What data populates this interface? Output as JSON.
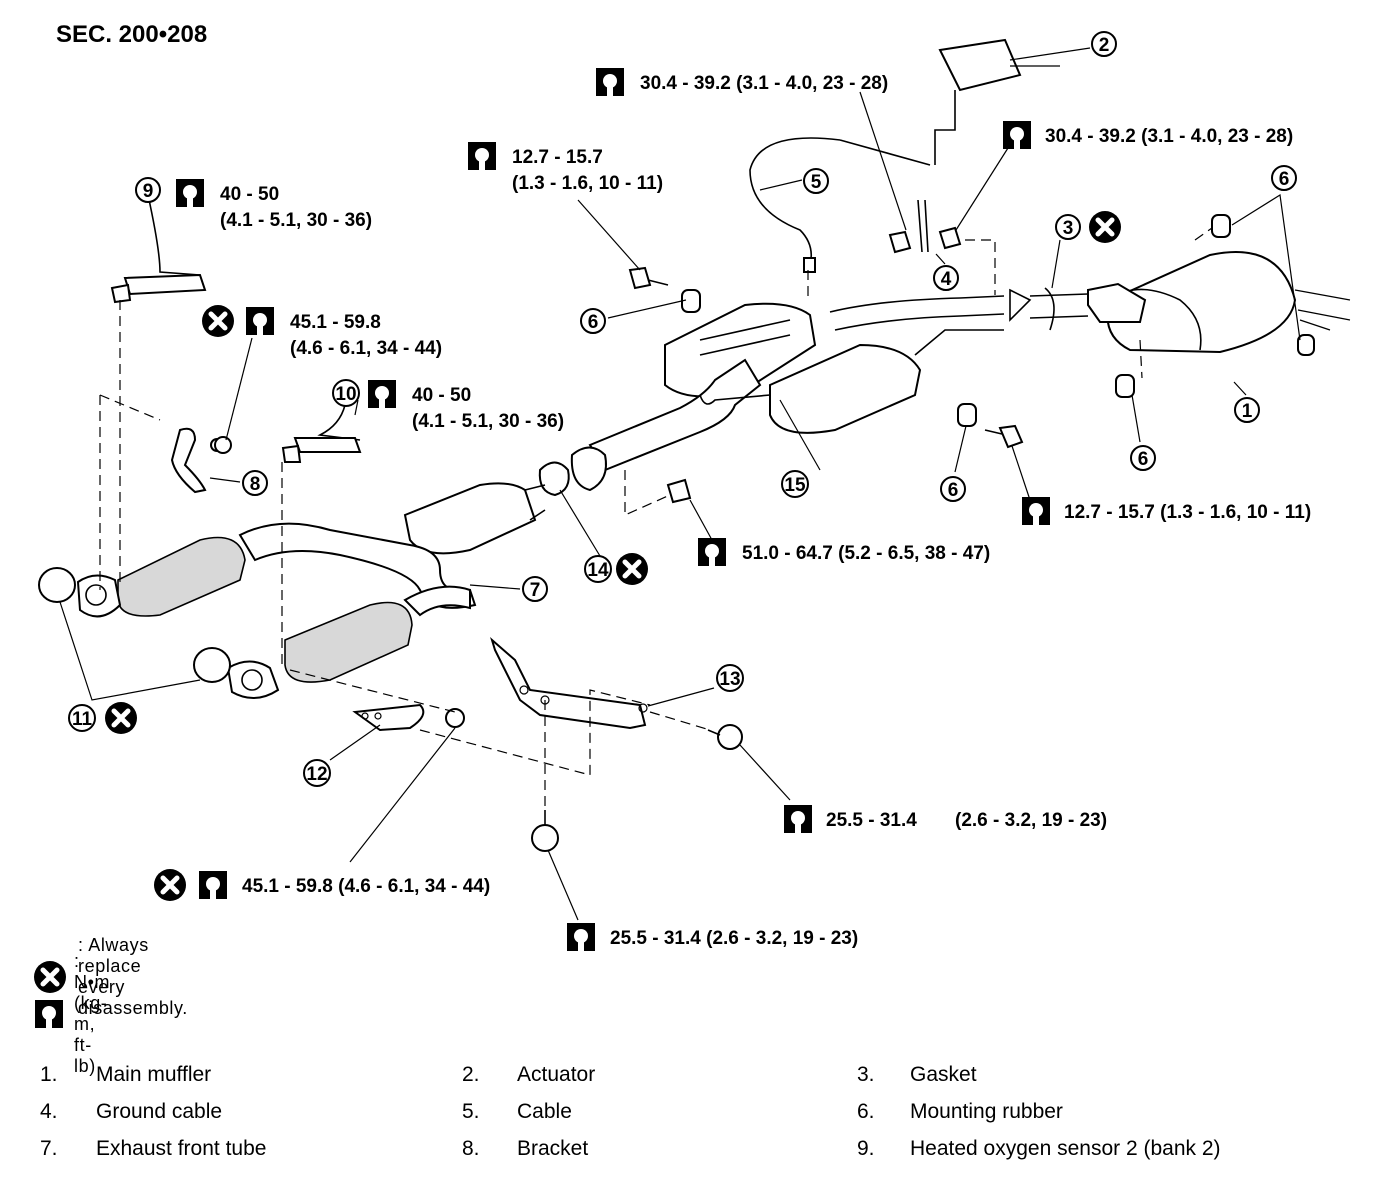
{
  "section": "SEC. 200•208",
  "torque_specs": {
    "t1": "30.4 - 39.2 (3.1 - 4.0, 23 - 28)",
    "t2": "30.4 - 39.2 (3.1 - 4.0, 23 - 28)",
    "t3a": "12.7 - 15.7",
    "t3b": "(1.3 - 1.6, 10 - 11)",
    "t4a": "40 - 50",
    "t4b": "(4.1 - 5.1, 30 - 36)",
    "t5a": "45.1 - 59.8",
    "t5b": "(4.6 - 6.1, 34 - 44)",
    "t6a": "40 - 50",
    "t6b": "(4.1 - 5.1, 30 - 36)",
    "t7": "12.7 - 15.7 (1.3 - 1.6, 10 - 11)",
    "t8": "51.0 - 64.7 (5.2 - 6.5, 38 - 47)",
    "t9a": "25.5 - 31.4",
    "t9b": "(2.6 - 3.2, 19 - 23)",
    "t10": "45.1 - 59.8 (4.6 - 6.1, 34 - 44)",
    "t11": "25.5 - 31.4 (2.6 - 3.2, 19 - 23)"
  },
  "callouts": [
    "1",
    "2",
    "3",
    "4",
    "5",
    "6",
    "6",
    "6",
    "6",
    "7",
    "8",
    "9",
    "10",
    "11",
    "12",
    "13",
    "14",
    "15"
  ],
  "legend": {
    "replace": ": Always replace every disassembly.",
    "torque_unit": ":  N•m  (kg-m,  ft-lb)"
  },
  "parts": [
    {
      "num": "1.",
      "name": "Main muffler"
    },
    {
      "num": "2.",
      "name": "Actuator"
    },
    {
      "num": "3.",
      "name": "Gasket"
    },
    {
      "num": "4.",
      "name": "Ground cable"
    },
    {
      "num": "5.",
      "name": "Cable"
    },
    {
      "num": "6.",
      "name": "Mounting rubber"
    },
    {
      "num": "7.",
      "name": "Exhaust front tube"
    },
    {
      "num": "8.",
      "name": "Bracket"
    },
    {
      "num": "9.",
      "name": "Heated oxygen sensor 2 (bank 2)"
    }
  ]
}
